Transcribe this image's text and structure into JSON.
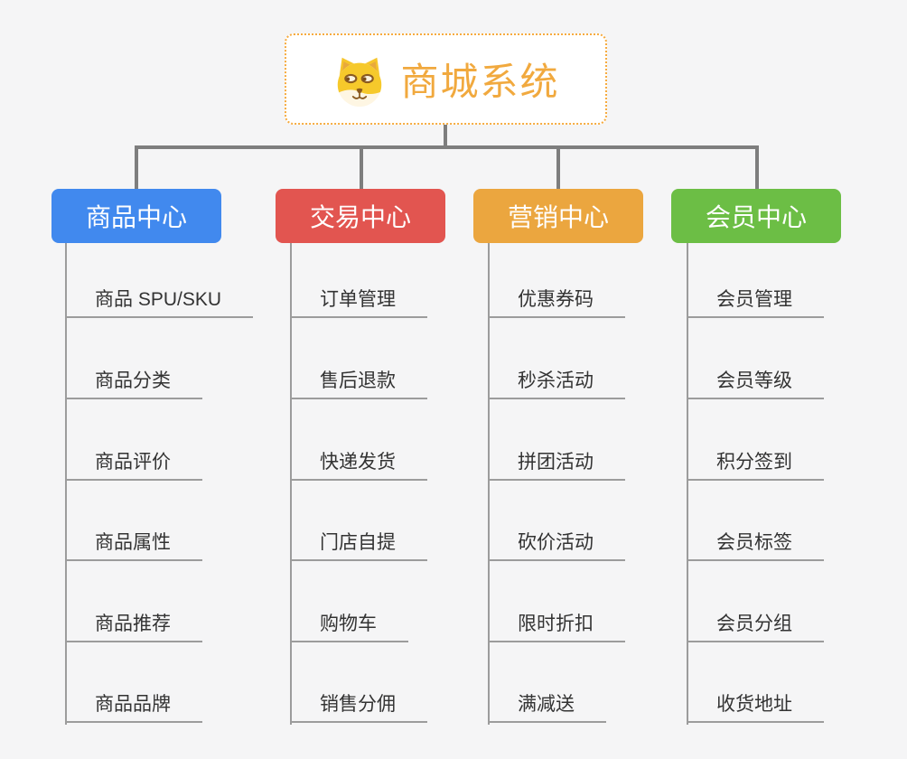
{
  "root": {
    "title": "商城系统",
    "icon": "dog-face-icon"
  },
  "branches": [
    {
      "label": "商品中心",
      "color": "#4189ee",
      "children": [
        "商品 SPU/SKU",
        "商品分类",
        "商品评价",
        "商品属性",
        "商品推荐",
        "商品品牌"
      ]
    },
    {
      "label": "交易中心",
      "color": "#e25550",
      "children": [
        "订单管理",
        "售后退款",
        "快递发货",
        "门店自提",
        "购物车",
        "销售分佣"
      ]
    },
    {
      "label": "营销中心",
      "color": "#eba63f",
      "children": [
        "优惠券码",
        "秒杀活动",
        "拼团活动",
        "砍价活动",
        "限时折扣",
        "满减送"
      ]
    },
    {
      "label": "会员中心",
      "color": "#6cbe45",
      "children": [
        "会员管理",
        "会员等级",
        "积分签到",
        "会员标签",
        "会员分组",
        "收货地址"
      ]
    }
  ],
  "colors": {
    "canvas_background": "#f5f5f6",
    "root_border": "#f6ab3f",
    "root_title_text": "#f1a93e",
    "root_background": "#ffffff",
    "connector_gray": "#7e7e7e",
    "leaf_line_gray": "#9c9c9c",
    "leaf_text": "#333333",
    "branch_text": "#ffffff"
  }
}
